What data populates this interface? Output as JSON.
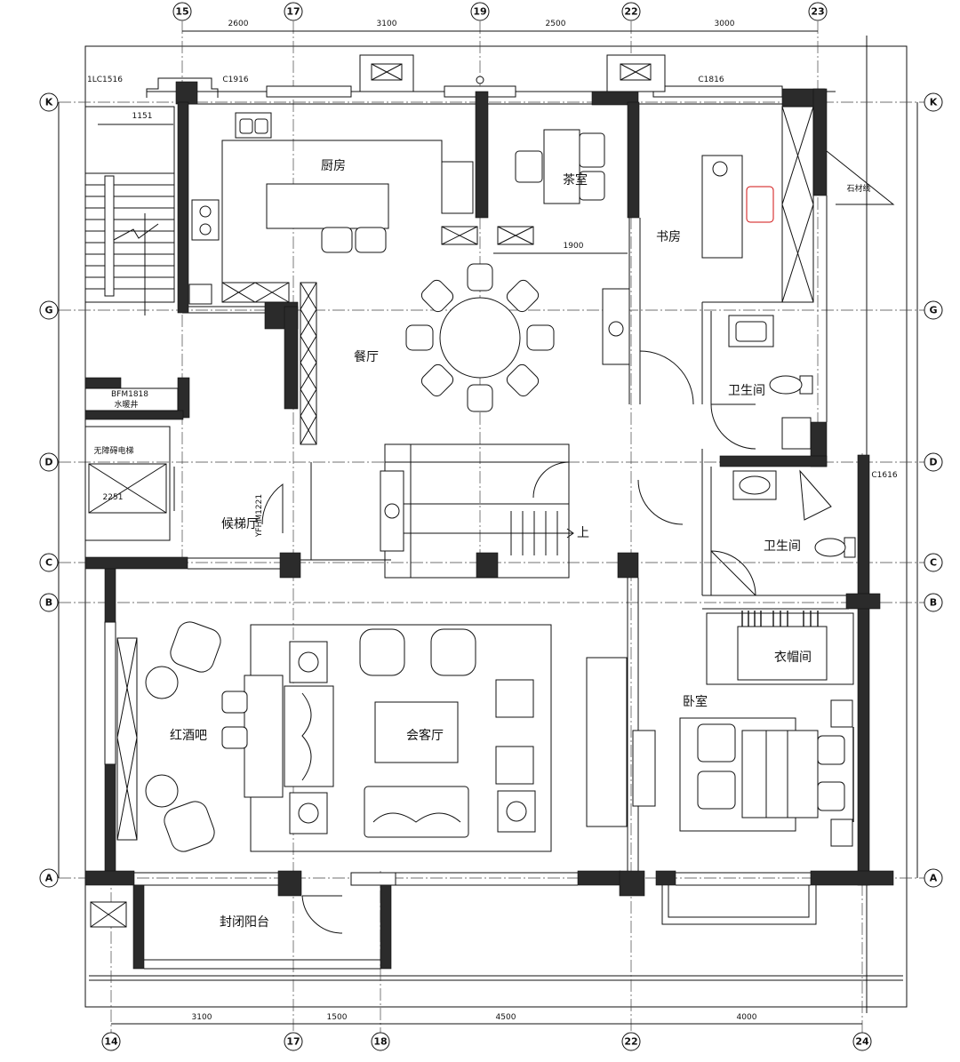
{
  "grid": {
    "top": [
      "15",
      "17",
      "19",
      "22",
      "23"
    ],
    "bottom": [
      "14",
      "17",
      "18",
      "22",
      "24"
    ],
    "left": [
      "K",
      "G",
      "D",
      "C",
      "B",
      "A"
    ],
    "right": [
      "K",
      "G",
      "D",
      "C",
      "B",
      "A"
    ]
  },
  "dimensions": {
    "top": [
      "2600",
      "3100",
      "2500",
      "3000"
    ],
    "bottom": [
      "3100",
      "1500",
      "4500",
      "4000"
    ]
  },
  "rooms": {
    "kitchen": "厨房",
    "tea_room": "茶室",
    "study": "书房",
    "dining": "餐厅",
    "bathroom_1": "卫生间",
    "bathroom_2": "卫生间",
    "elevator_hall": "候梯厅",
    "wine_bar": "红酒吧",
    "reception": "会客厅",
    "cloakroom": "衣帽间",
    "bedroom": "卧室",
    "balcony": "封闭阳台",
    "elevator": "无障碍电梯",
    "water_shaft": "水暖井"
  },
  "annotations": {
    "stone_line": "石材线",
    "stair_up": "上",
    "door_yfhm": "YFHM1221",
    "door_bfm": "BFM1818",
    "window_1": "1LC1516",
    "window_2": "C1916",
    "window_3": "C1816",
    "window_4": "C1616",
    "elevator_dim": "2251",
    "stair_dim": "1151",
    "tea_dim": "1900"
  }
}
